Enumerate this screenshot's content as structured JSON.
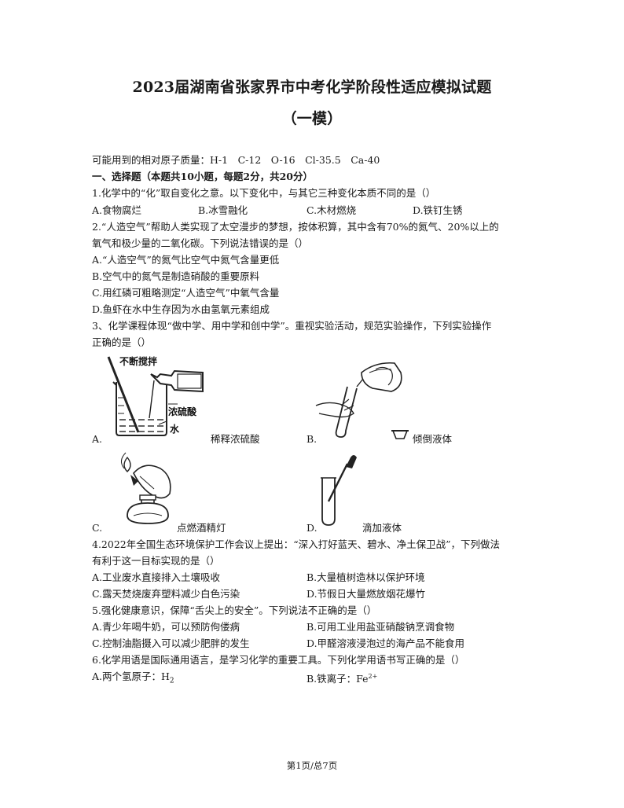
{
  "title": "2023届湖南省张家界市中考化学阶段性适应模拟试题",
  "subtitle": "（一模）",
  "atomic_masses": "可能用到的相对原子质量：H-1　C-12　O-16　Cl-35.5　Ca-40",
  "section1": "一、选择题（本题共10小题，每题2分，共20分）",
  "q1": {
    "stem": "1.化学中的“化”取自变化之意。以下变化中，与其它三种变化本质不同的是（）",
    "a": "A.食物腐烂",
    "b": "B.冰雪融化",
    "c": "C.木材燃烧",
    "d": "D.铁钉生锈"
  },
  "q2": {
    "stem1": "2.“人造空气”帮助人类实现了太空漫步的梦想，按体积算，其中含有70%的氮气、20%以上的",
    "stem2": "氧气和极少量的二氧化碳。下列说法错误的是（）",
    "a": "A.“人造空气”的氮气比空气中氮气含量更低",
    "b": "B.空气中的氮气是制造硝酸的重要原料",
    "c": "C.用红磷可粗略测定“人造空气”中氧气含量",
    "d": "D.鱼虾在水中生存因为水由氢氧元素组成"
  },
  "q3": {
    "stem1": "3、化学课程体现“做中学、用中学和创中学”。重视实验活动，规范实验操作，下列实验操作",
    "stem2": "正确的是（）",
    "fig_a_label1": "不断搅拌",
    "fig_a_label2": "浓硫酸",
    "fig_a_label3": "水",
    "a_letter": "A.",
    "a_caption": "稀释浓硫酸",
    "b_letter": "B.",
    "b_caption": "倾倒液体",
    "c_letter": "C.",
    "c_caption": "点燃酒精灯",
    "d_letter": "D.",
    "d_caption": "滴加液体"
  },
  "q4": {
    "stem1": "4.2022年全国生态环境保护工作会议上提出：“深入打好蓝天、碧水、净土保卫战”，下列做法",
    "stem2": "有利于这一目标实现的是（）",
    "a": "A.工业废水直接排入土壤吸收",
    "b": "B.大量植树造林以保护环境",
    "c": "C.露天焚烧废弃塑料减少白色污染",
    "d": "D.节假日大量燃放烟花爆竹"
  },
  "q5": {
    "stem": "5.强化健康意识，保障“舌尖上的安全”。下列说法不正确的是（）",
    "a": "A.青少年喝牛奶，可以预防佝偻病",
    "b": "B.可用工业用盐亚硝酸钠烹调食物",
    "c": "C.控制油脂摄入可以减少肥胖的发生",
    "d": "D.甲醛溶液浸泡过的海产品不能食用"
  },
  "q6": {
    "stem": "6.化学用语是国际通用语言，是学习化学的重要工具。下列化学用语书写正确的是（）",
    "a_text": "A.两个氢原子：H",
    "a_sub": "2",
    "b_text": "B.铁离子：Fe",
    "b_sup": "2+"
  },
  "footer": "第1页/总7页"
}
